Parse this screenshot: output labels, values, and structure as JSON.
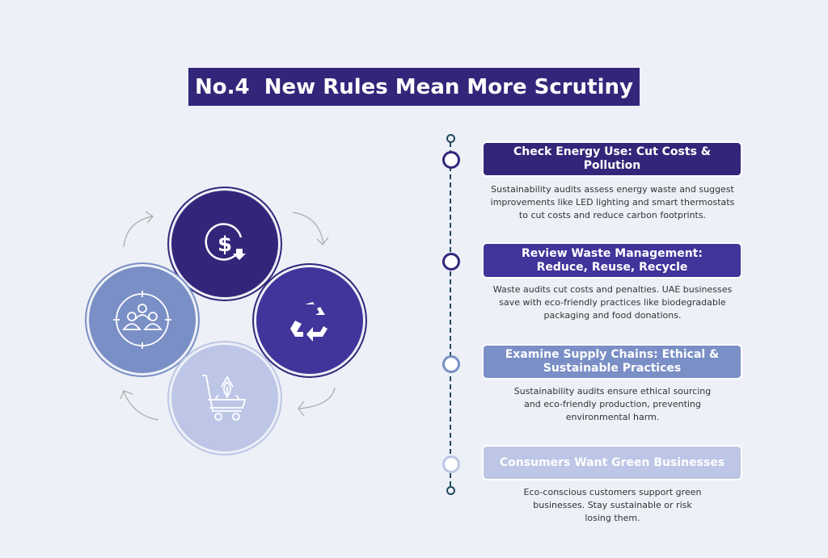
{
  "title": "No.4  New Rules Mean More Scrutiny",
  "colors": {
    "background": "#edf0f7",
    "dark": "#33267a",
    "purple": "#41349a",
    "blue": "#7a8fc6",
    "light": "#bdc6e6",
    "timeline": "#1f4a5c"
  },
  "cycle": [
    {
      "icon": "dollar-cost-down-icon"
    },
    {
      "icon": "recycle-icon"
    },
    {
      "icon": "green-cart-icon"
    },
    {
      "icon": "target-people-icon"
    }
  ],
  "steps": [
    {
      "heading": "Check Energy Use: Cut Costs & Pollution",
      "text": "Sustainability audits assess energy waste and suggest improvements like LED lighting and smart thermostats to cut costs and reduce carbon footprints."
    },
    {
      "heading": "Review Waste Management: Reduce, Reuse, Recycle",
      "text": "Waste audits cut costs and penalties. UAE businesses save with eco-friendly practices like biodegradable packaging and food donations."
    },
    {
      "heading": "Examine Supply Chains: Ethical & Sustainable Practices",
      "text": "Sustainability audits ensure ethical sourcing and eco-friendly production, preventing environmental harm."
    },
    {
      "heading": "Consumers Want Green Businesses",
      "text": "Eco-conscious customers support green businesses. Stay sustainable or risk losing them."
    }
  ]
}
